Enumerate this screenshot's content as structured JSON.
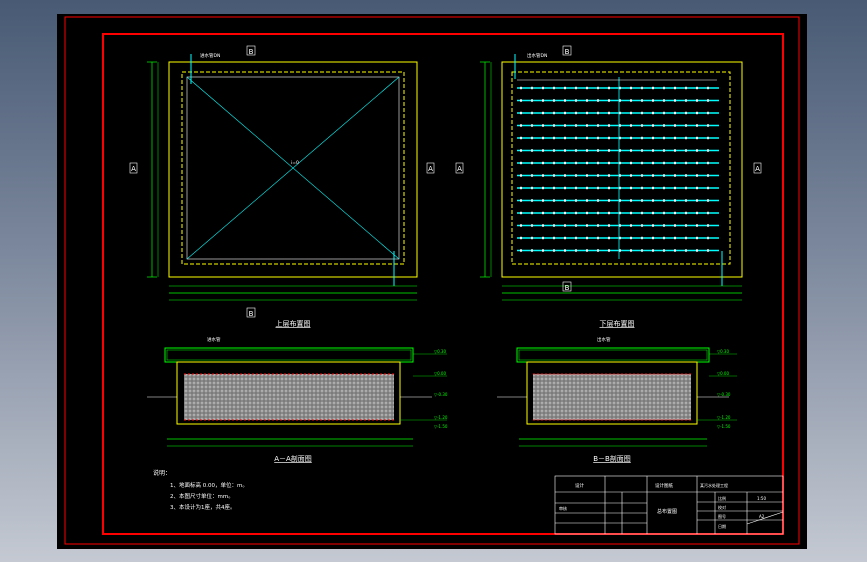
{
  "viewport": {
    "background": "#000000"
  },
  "colors": {
    "frame": "#ff0000",
    "structure": "#ffff00",
    "dims": "#00ff00",
    "pipe": "#00ffff",
    "text": "#ffffff",
    "fill": "#c0c0c0"
  },
  "plan_left": {
    "title": "上层布置图",
    "section_a": "A",
    "section_b": "B",
    "pipe_label": "进水管DN",
    "center_label": "i=0"
  },
  "plan_right": {
    "title": "下层布置图",
    "section_a": "A",
    "section_b": "B",
    "pipe_label": "出水管DN"
  },
  "section_left": {
    "title": "A－A剖面图",
    "pipe_label": "进水管",
    "level_labels": [
      "▽0.30",
      "▽0.00",
      "▽-0.30",
      "▽-1.20",
      "▽-1.50"
    ]
  },
  "section_right": {
    "title": "B－B剖面图",
    "pipe_label": "出水管",
    "level_labels": [
      "▽0.30",
      "▽0.00",
      "▽-0.30",
      "▽-1.20",
      "▽-1.50"
    ]
  },
  "notes": {
    "heading": "说明：",
    "items": [
      "1、地面标高 0.00，单位：m。",
      "2、本图尺寸单位：mm。",
      "3、本设计为1座，共4座。"
    ]
  },
  "title_block": {
    "cells": [
      "设计",
      "设计图纸",
      "某污水处理工程",
      "审核",
      "比例",
      "1:50",
      "校对",
      "图号",
      "A2",
      "日期",
      "总布置图"
    ]
  },
  "icons": [
    "level-mark-icon",
    "section-mark-icon",
    "north-arrow-icon"
  ]
}
